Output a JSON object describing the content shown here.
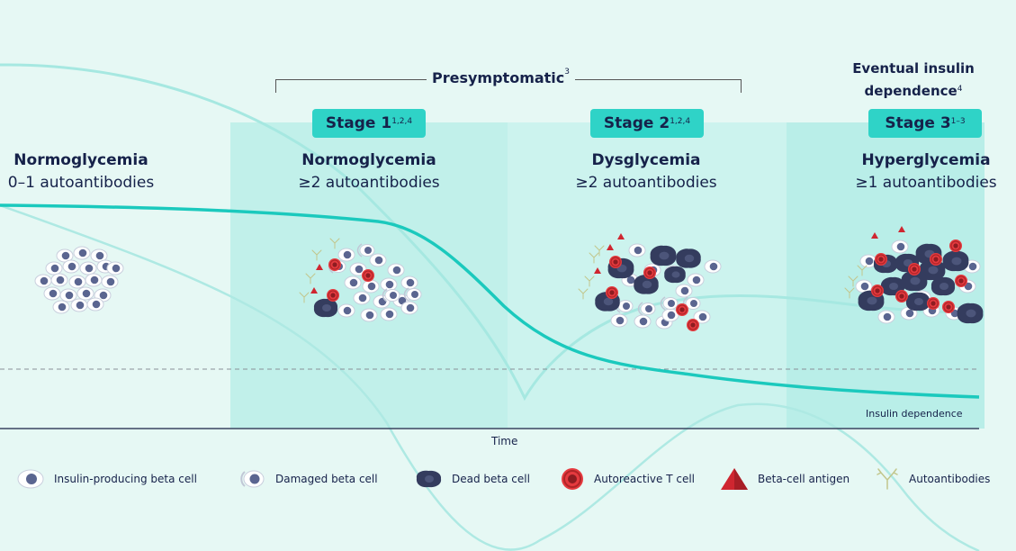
{
  "presymptomatic": {
    "label": "Presymptomatic",
    "sup": "3"
  },
  "eventual": {
    "line1": "Eventual insulin",
    "line2": "dependence",
    "sup": "4"
  },
  "stages": [
    {
      "pill": "",
      "pill_sup": "",
      "title": "Normoglycemia",
      "subtitle": "0–1 autoantibodies"
    },
    {
      "pill": "Stage 1",
      "pill_sup": "1,2,4",
      "title": "Normoglycemia",
      "subtitle": "≥2 autoantibodies"
    },
    {
      "pill": "Stage 2",
      "pill_sup": "1,2,4",
      "title": "Dysglycemia",
      "subtitle": "≥2 autoantibodies"
    },
    {
      "pill": "Stage 3",
      "pill_sup": "1–3",
      "title": "Hyperglycemia",
      "subtitle": "≥1 autoantibodies"
    }
  ],
  "axis": {
    "x_label": "Time",
    "threshold_label": "Insulin dependence"
  },
  "legend": [
    {
      "label": "Insulin-producing beta cell",
      "icon": "beta-cell-icon"
    },
    {
      "label": "Damaged beta cell",
      "icon": "damaged-beta-cell-icon"
    },
    {
      "label": "Dead beta cell",
      "icon": "dead-beta-cell-icon"
    },
    {
      "label": "Autoreactive T cell",
      "icon": "t-cell-icon"
    },
    {
      "label": "Beta-cell antigen",
      "icon": "antigen-icon"
    },
    {
      "label": "Autoantibodies",
      "icon": "autoantibody-icon"
    }
  ],
  "colors": {
    "background": "#e6f8f4",
    "accent": "#2fd3c7",
    "curve": "#1bc9bd",
    "text": "#16224a",
    "beta_cell": "#5a6590",
    "dead_cell": "#343c5e",
    "t_cell": "#e53a3f",
    "antigen": "#cf2630"
  }
}
